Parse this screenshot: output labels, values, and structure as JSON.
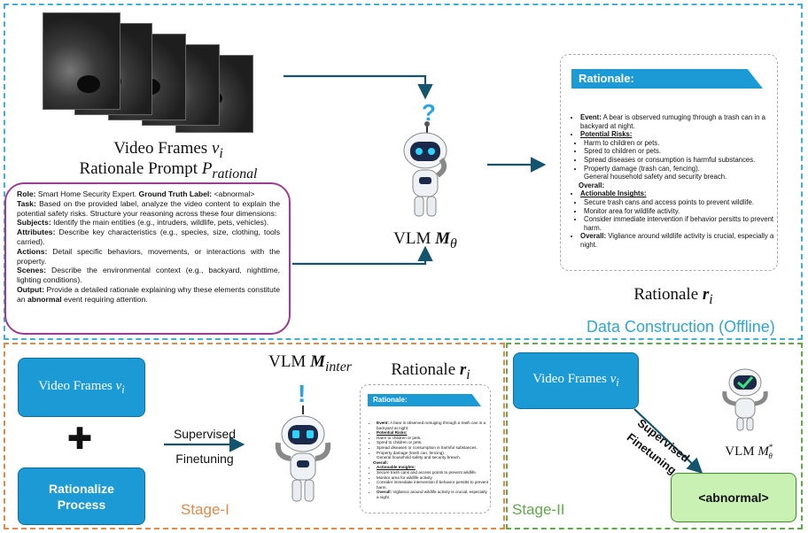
{
  "top": {
    "video_frames_label": "Video Frames",
    "video_frames_var": "v",
    "video_frames_sub": "i",
    "rationale_prompt_label": "Rationale Prompt",
    "rationale_prompt_var": "P",
    "rationale_prompt_sub": "rational",
    "vlm_label": "VLM",
    "vlm_var": "M",
    "vlm_sub": "θ",
    "rationale_out_label": "Rationale",
    "rationale_out_var": "r",
    "rationale_out_sub": "i",
    "section_title": "Data Construction (Offline)"
  },
  "prompt": {
    "role_key": "Role:",
    "role_val": " Smart Home Security Expert. ",
    "gt_key": "Ground Truth Label:",
    "gt_val": " <abnormal>",
    "task_key": "Task:",
    "task_val": " Based on the provided label, analyze the video content to explain the potential safety risks. Structure your reasoning across these four dimensions:",
    "subjects_key": "Subjects:",
    "subjects_val": " Identify the main entities (e.g., intruders, wildlife, pets, vehicles).",
    "attributes_key": "Attributes:",
    "attributes_val": " Describe key characteristics (e.g., species, size, clothing, tools carried).",
    "actions_key": "Actions:",
    "actions_val": " Detail specific behaviors, movements, or interactions with the property.",
    "scenes_key": "Scenes:",
    "scenes_val": " Describe the environmental context (e.g., backyard, nighttime, lighting conditions).",
    "output_key": "Output:",
    "output_val_1": " Provide a detailed rationale explaining why these elements constitute an ",
    "output_bold": "abnormal",
    "output_val_2": " event requiring attention."
  },
  "rationale": {
    "header": "Rationale:",
    "event_key": "Event:",
    "event_val": " A bear is observed rumuging through a trash can in a backyard at night.",
    "risks_key": "Potential Risks:",
    "risks": [
      "Harm to children or pets.",
      "Spred to children or pets.",
      "Spread diseases or consumption is harmful substances.",
      "Property damage (trash can, fencing)."
    ],
    "risks_tail": "General household safety and security breach.",
    "overall_mid": "Overall:",
    "insights_key": "Actionable Insights:",
    "insights": [
      "Secure trash cans and access points to prevent wildlife.",
      "Monitor area for wildlife activity.",
      "Consider immediate intervention if behavior persitts to prevent harm."
    ],
    "overall_key": "Overall:",
    "overall_val": " Vigliance around wildlife activity is crucial, especially a night."
  },
  "stage1": {
    "video_frames_label": "Video Frames",
    "video_frames_var": "v",
    "video_frames_sub": "i",
    "rationalize_label": "Rationalize Process",
    "plus": "✚",
    "sft_line1": "Supervised",
    "sft_line2": "Finetuning",
    "vlm_label": "VLM",
    "vlm_var": "M",
    "vlm_sub": "inter",
    "rationale_label": "Rationale",
    "rationale_var": "r",
    "rationale_sub": "i",
    "exclaim": "!",
    "stage_name": "Stage-I"
  },
  "stage2": {
    "video_frames_label": "Video Frames",
    "video_frames_var": "v",
    "video_frames_sub": "i",
    "sft_line1": "Supervised",
    "sft_line2": "Finetuning",
    "vlm_label": "VLM",
    "vlm_var": "M",
    "vlm_sub": "θ",
    "vlm_sup": "*",
    "output_label": "<abnormal>",
    "stage_name": "Stage-II"
  },
  "colors": {
    "top_border": "#3fb1d8",
    "stage1_border": "#e08a4a",
    "stage2_border": "#5fa94b",
    "box_blue": "#1b9ad6",
    "prompt_border": "#9b3e93",
    "arrow_dark": "#14546e"
  }
}
